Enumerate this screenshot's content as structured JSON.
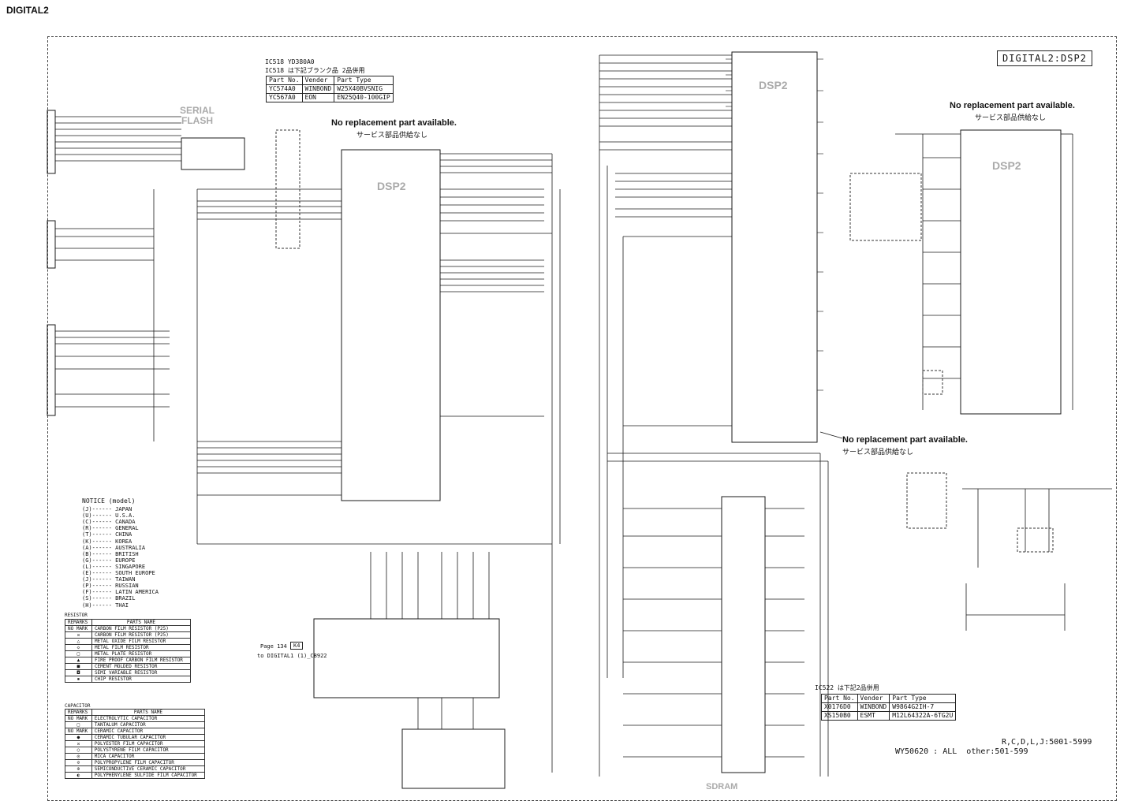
{
  "page_label": "DIGITAL2",
  "sheet_title": "DIGITAL2:DSP2",
  "chips": {
    "serial_flash": "SERIAL\nFLASH",
    "dsp2_main": "DSP2",
    "dsp2_right": "DSP2",
    "dsp2_far_right": "DSP2",
    "sdram": "SDRAM"
  },
  "notes": {
    "nra_1": "No replacement part available.",
    "nra_1_jp": "サービス部品供給なし",
    "nra_2": "No replacement part available.",
    "nra_2_jp": "サービス部品供給なし",
    "nra_3": "No replacement part available.",
    "nra_3_jp": "サービス部品供給なし"
  },
  "ic518": {
    "line1": "IC518 YD380A0",
    "line2": "IC518 は下記ブランク品 2品併用",
    "headers": [
      "Part No.",
      "Vender",
      "Part Type"
    ],
    "rows": [
      [
        "YC574A0",
        "WINBOND",
        "W25X40BVSNIG"
      ],
      [
        "YC567A0",
        "EON",
        "EN25Q40-100GIP"
      ]
    ]
  },
  "ic522": {
    "line1": "IC522 は下記2品併用",
    "headers": [
      "Part No.",
      "Vender",
      "Part Type"
    ],
    "rows": [
      [
        "X0176D0",
        "WINBOND",
        "W9864G2IH-7"
      ],
      [
        "XS150B0",
        "ESMT",
        "M12L64322A-6TG2U"
      ]
    ]
  },
  "model_note": {
    "line1": "R,C,D,L,J:5001-5999",
    "line2": "WY50620 : ALL  other:501-599"
  },
  "page_ref": {
    "line1": "Page 134",
    "grid": "K4",
    "line2": "to DIGITAL1 (1)_CB922"
  },
  "notice": {
    "title": "NOTICE (model)",
    "items": [
      "(J)------ JAPAN",
      "(U)------ U.S.A.",
      "(C)------ CANADA",
      "(R)------ GENERAL",
      "(T)------ CHINA",
      "(K)------ KOREA",
      "(A)------ AUSTRALIA",
      "(B)------ BRITISH",
      "(G)------ EUROPE",
      "(L)------ SINGAPORE",
      "(E)------ SOUTH EUROPE",
      "(J)------ TAIWAN",
      "(P)------ RUSSIAN",
      "(F)------ LATIN AMERICA",
      "(S)------ BRAZIL",
      "(H)------ THAI"
    ]
  },
  "resistor": {
    "title": "RESISTOR",
    "headers": [
      "REMARKS",
      "PARTS NAME"
    ],
    "rows": [
      [
        "NO MARK",
        "CARBON FILM RESISTOR (P25)"
      ],
      [
        "",
        "CARBON FILM RESISTOR (P25)"
      ],
      [
        "",
        "METAL OXIDE FILM RESISTOR"
      ],
      [
        "",
        "METAL FILM RESISTOR"
      ],
      [
        "",
        "METAL PLATE RESISTOR"
      ],
      [
        "",
        "FIRE PROOF CARBON FILM RESISTOR"
      ],
      [
        "",
        "CEMENT MOLDED RESISTOR"
      ],
      [
        "",
        "SEMI VARIABLE RESISTOR"
      ],
      [
        "",
        "CHIP RESISTOR"
      ]
    ]
  },
  "capacitor": {
    "title": "CAPACITOR",
    "headers": [
      "REMARKS",
      "PARTS NAME"
    ],
    "rows": [
      [
        "NO MARK",
        "ELECTROLYTIC CAPACITOR"
      ],
      [
        "",
        "TANTALUM CAPACITOR"
      ],
      [
        "NO MARK",
        "CERAMIC CAPACITOR"
      ],
      [
        "",
        "CERAMIC TUBULAR CAPACITOR"
      ],
      [
        "",
        "POLYESTER FILM CAPACITOR"
      ],
      [
        "",
        "POLYSTYRENE FILM CAPACITOR"
      ],
      [
        "",
        "MICA CAPACITOR"
      ],
      [
        "",
        "POLYPROPYLENE FILM CAPACITOR"
      ],
      [
        "",
        "SEMICONDUCTIVE CERAMIC CAPACITOR"
      ],
      [
        "",
        "POLYPHENYLENE SULFIDE FILM CAPACITOR"
      ]
    ]
  },
  "colors": {
    "line": "#1a1a1a",
    "chip_text": "#a8a8a8",
    "frame": "#444444"
  }
}
